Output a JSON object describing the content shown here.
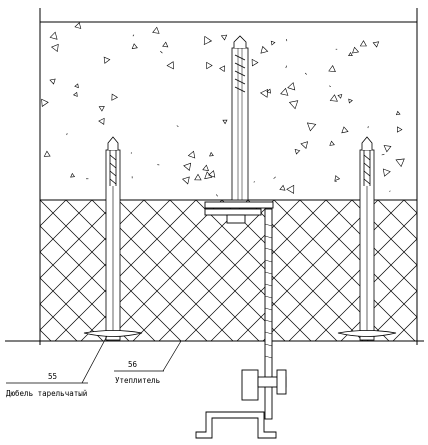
{
  "drawing": {
    "materials": {
      "concrete": "concrete-wall-hatch",
      "insulation": "insulation-crosshatch"
    },
    "fasteners": [
      "anchor-dowel",
      "anchor-dowel",
      "anchor-dowel"
    ],
    "subframe": [
      "bracket",
      "profile"
    ]
  },
  "callouts": [
    {
      "number": "55",
      "label": "Дюбель тарельчатый"
    },
    {
      "number": "56",
      "label": "Утеплитель"
    }
  ],
  "colors": {
    "line": "#000000",
    "background": "#ffffff"
  }
}
